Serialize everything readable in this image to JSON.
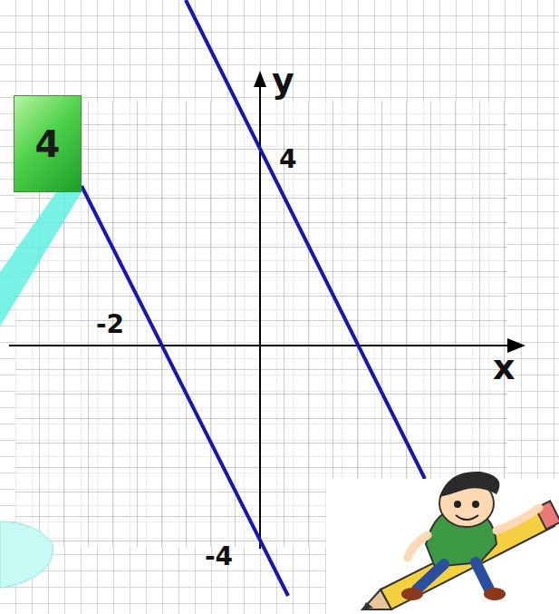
{
  "diagram": {
    "nodes": [
      {
        "text": [
          "4"
        ]
      }
    ],
    "labels": [
      "y",
      "4",
      "-2",
      "x",
      "-4"
    ]
  }
}
